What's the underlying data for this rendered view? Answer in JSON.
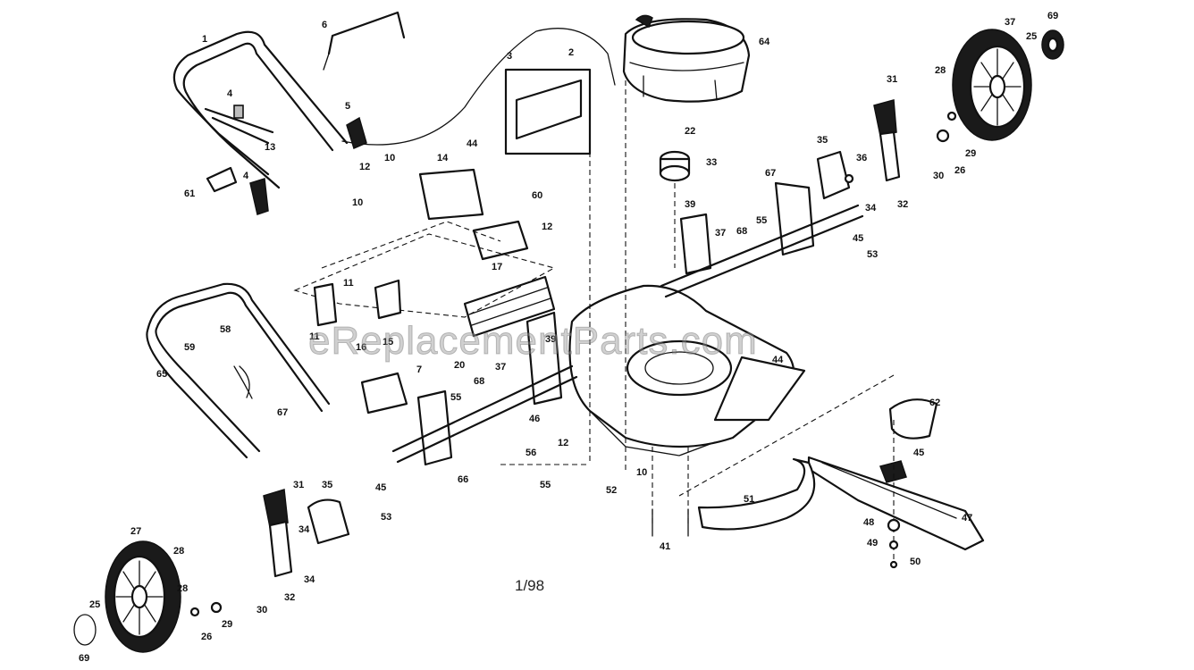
{
  "diagram": {
    "watermark": "eReplacementParts.com",
    "drawing_code": "1/98",
    "callouts": [
      {
        "id": "c1",
        "label": "1"
      },
      {
        "id": "c6",
        "label": "6"
      },
      {
        "id": "c2a",
        "label": "2"
      },
      {
        "id": "c3",
        "label": "3"
      },
      {
        "id": "c64",
        "label": "64"
      },
      {
        "id": "c37a",
        "label": "37"
      },
      {
        "id": "c69a",
        "label": "69"
      },
      {
        "id": "c4",
        "label": "4"
      },
      {
        "id": "c5",
        "label": "5"
      },
      {
        "id": "c13",
        "label": "13"
      },
      {
        "id": "c61",
        "label": "61"
      },
      {
        "id": "c4b",
        "label": "4"
      },
      {
        "id": "c22",
        "label": "22"
      },
      {
        "id": "c33",
        "label": "33"
      },
      {
        "id": "c25a",
        "label": "25"
      },
      {
        "id": "c28a",
        "label": "28"
      },
      {
        "id": "c31a",
        "label": "31"
      },
      {
        "id": "c35a",
        "label": "35"
      },
      {
        "id": "c36",
        "label": "36"
      },
      {
        "id": "c34a",
        "label": "34"
      },
      {
        "id": "c32a",
        "label": "32"
      },
      {
        "id": "c30a",
        "label": "30"
      },
      {
        "id": "c29",
        "label": "29"
      },
      {
        "id": "c26",
        "label": "26"
      },
      {
        "id": "c12a",
        "label": "12"
      },
      {
        "id": "c10a",
        "label": "10"
      },
      {
        "id": "c14",
        "label": "14"
      },
      {
        "id": "c44a",
        "label": "44"
      },
      {
        "id": "c60",
        "label": "60"
      },
      {
        "id": "c12b",
        "label": "12"
      },
      {
        "id": "c10b",
        "label": "10"
      },
      {
        "id": "c17",
        "label": "17"
      },
      {
        "id": "c67a",
        "label": "67"
      },
      {
        "id": "c39a",
        "label": "39"
      },
      {
        "id": "c37b",
        "label": "37"
      },
      {
        "id": "c68a",
        "label": "68"
      },
      {
        "id": "c55a",
        "label": "55"
      },
      {
        "id": "c45a",
        "label": "45"
      },
      {
        "id": "c53a",
        "label": "53"
      },
      {
        "id": "c11a",
        "label": "11"
      },
      {
        "id": "c11b",
        "label": "11"
      },
      {
        "id": "c16",
        "label": "16"
      },
      {
        "id": "c15",
        "label": "15"
      },
      {
        "id": "c59",
        "label": "59"
      },
      {
        "id": "c58",
        "label": "58"
      },
      {
        "id": "c65",
        "label": "65"
      },
      {
        "id": "c67b",
        "label": "67"
      },
      {
        "id": "c20",
        "label": "20"
      },
      {
        "id": "c7",
        "label": "7"
      },
      {
        "id": "c55b",
        "label": "55"
      },
      {
        "id": "c68b",
        "label": "68"
      },
      {
        "id": "c37c",
        "label": "37"
      },
      {
        "id": "c39b",
        "label": "39"
      },
      {
        "id": "c44b",
        "label": "44"
      },
      {
        "id": "c46",
        "label": "46"
      },
      {
        "id": "c12c",
        "label": "12"
      },
      {
        "id": "c56",
        "label": "56"
      },
      {
        "id": "c55c",
        "label": "55"
      },
      {
        "id": "c52a",
        "label": "52"
      },
      {
        "id": "c10c",
        "label": "10"
      },
      {
        "id": "c66",
        "label": "66"
      },
      {
        "id": "c45b",
        "label": "45"
      },
      {
        "id": "c53b",
        "label": "53"
      },
      {
        "id": "c31b",
        "label": "31"
      },
      {
        "id": "c35b",
        "label": "35"
      },
      {
        "id": "c34b",
        "label": "34"
      },
      {
        "id": "c34c",
        "label": "34"
      },
      {
        "id": "c32b",
        "label": "32"
      },
      {
        "id": "c30b",
        "label": "30"
      },
      {
        "id": "c27",
        "label": "27"
      },
      {
        "id": "c28b",
        "label": "28"
      },
      {
        "id": "c29b",
        "label": "29"
      },
      {
        "id": "c25b",
        "label": "25"
      },
      {
        "id": "c26b",
        "label": "26"
      },
      {
        "id": "c69b",
        "label": "69"
      },
      {
        "id": "c28c",
        "label": "28"
      },
      {
        "id": "c51",
        "label": "51"
      },
      {
        "id": "c41",
        "label": "41"
      },
      {
        "id": "c62",
        "label": "62"
      },
      {
        "id": "c48",
        "label": "48"
      },
      {
        "id": "c49",
        "label": "49"
      },
      {
        "id": "c50",
        "label": "50"
      },
      {
        "id": "c47",
        "label": "47"
      },
      {
        "id": "c45c",
        "label": "45"
      }
    ]
  }
}
